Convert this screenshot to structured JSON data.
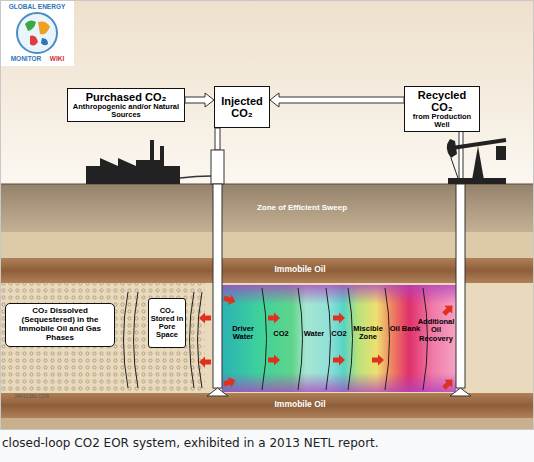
{
  "diagram": {
    "caption": "closed-loop CO2 EOR system, exhibited in a 2013 NETL report.",
    "nodes": [
      {
        "text": [
          "Purchased CO₂",
          "Anthropogenic and/or Natural Sources"
        ]
      },
      {
        "text": [
          "Injected CO₂"
        ]
      },
      {
        "text": [
          "Recycled CO₂",
          "from Production Well"
        ]
      },
      {
        "text": [
          "CO₂ Dissolved (Sequestered) in the Immobile Oil and Gas Phases"
        ]
      },
      {
        "text": [
          "CO₂ Stored in Pore Space"
        ]
      }
    ],
    "edges": [
      {
        "from": 0,
        "to": 1,
        "arrow": "to"
      },
      {
        "from": 2,
        "to": 1,
        "arrow": "to"
      }
    ],
    "labels": [
      "GLOBAL ENERGY",
      "MONITOR",
      "WIKI",
      "Zone of Efficient Sweep",
      "Immobile Oil",
      "Driver Water",
      "CO2",
      "Water",
      "CO2",
      "Miscible Zone",
      "Oil Bank",
      "Additional Oil Recovery",
      "Immobile Oil",
      "JAF01381.CDR"
    ]
  }
}
